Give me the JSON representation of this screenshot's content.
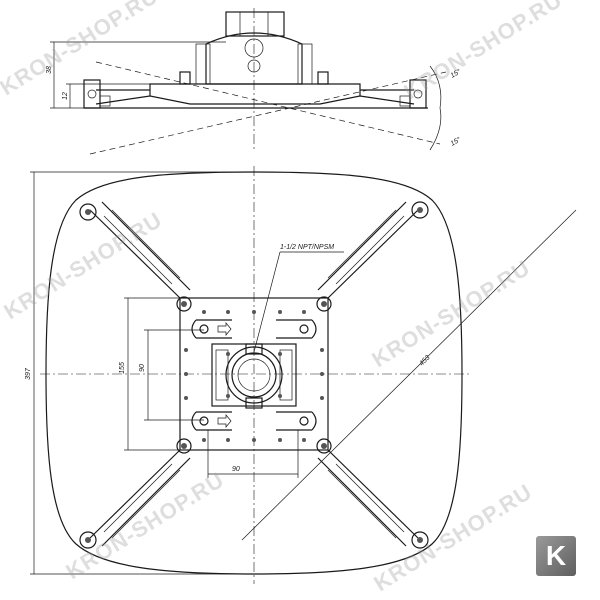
{
  "watermark": {
    "text": "KRON-SHOP.RU"
  },
  "logo": {
    "letter": "K"
  },
  "annotations": {
    "thread": "1-1/2 NPT/NPSM"
  },
  "dimensions": {
    "side_height_total": "38",
    "side_height_base": "12",
    "tilt_up": "15°",
    "tilt_down": "15°",
    "overall_width": "397",
    "diagonal": "453",
    "hole_vertical_outer": "155",
    "hole_vertical_inner": "90",
    "hole_horizontal": "90"
  }
}
